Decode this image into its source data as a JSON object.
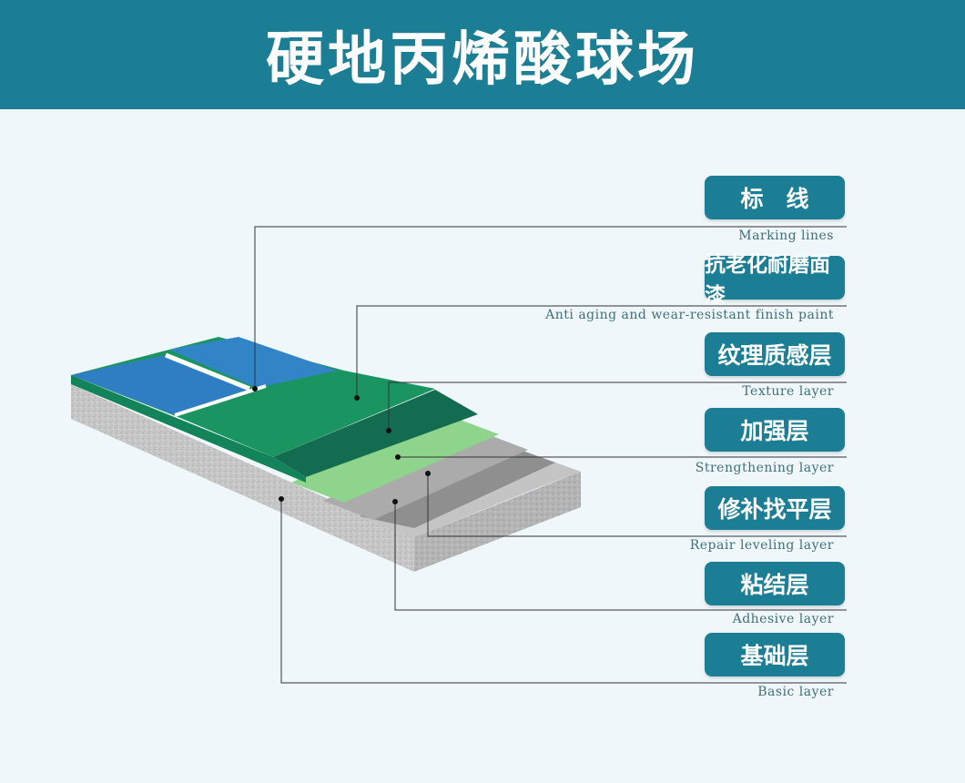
{
  "header": {
    "title": "硬地丙烯酸球场"
  },
  "layers": [
    {
      "cn": "标　线",
      "en": "Marking lines"
    },
    {
      "cn": "抗老化耐磨面漆",
      "en": "Anti aging and wear-resistant finish paint"
    },
    {
      "cn": "纹理质感层",
      "en": "Texture layer"
    },
    {
      "cn": "加强层",
      "en": "Strengthening layer"
    },
    {
      "cn": "修补找平层",
      "en": "Repair leveling layer"
    },
    {
      "cn": "粘结层",
      "en": "Adhesive layer"
    },
    {
      "cn": "基础层",
      "en": "Basic layer"
    }
  ],
  "colors": {
    "header": "#1b7e94",
    "background": "#eff7fb",
    "blue_court": "#2f7ec4",
    "green_court": "#1a9460",
    "texture": "#136b4f",
    "strengthen": "#8ed38b",
    "repair": "#a6a6a6",
    "adhesive": "#8c8c8c",
    "concrete": "#c9c9c9"
  }
}
